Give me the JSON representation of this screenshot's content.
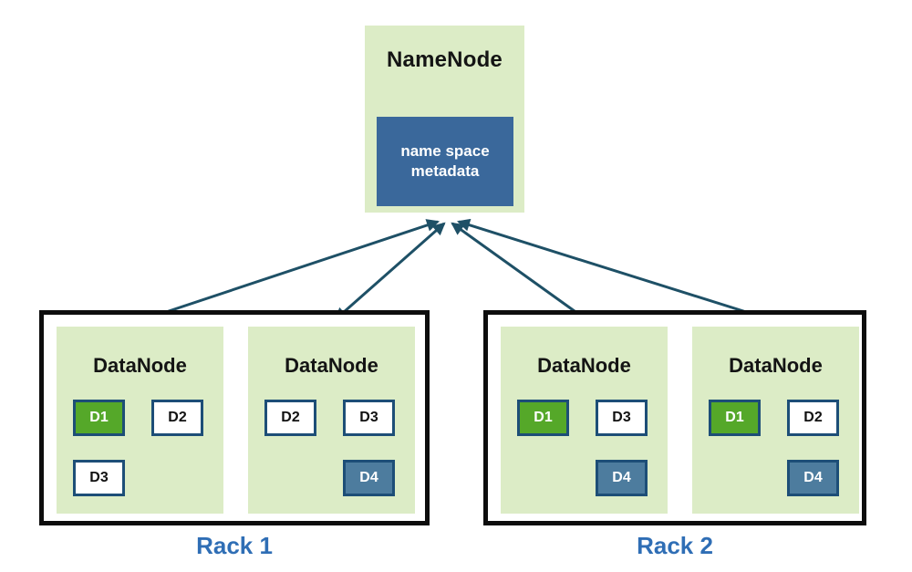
{
  "diagram": {
    "namenode": {
      "title": "NameNode",
      "metadata_label": "name space metadata"
    },
    "racks": [
      {
        "label": "Rack 1",
        "datanodes": [
          {
            "title": "DataNode",
            "blocks": [
              {
                "id": "D1",
                "variant": "green"
              },
              {
                "id": "D2",
                "variant": "white"
              },
              {
                "id": "D3",
                "variant": "white"
              }
            ]
          },
          {
            "title": "DataNode",
            "blocks": [
              {
                "id": "D2",
                "variant": "white"
              },
              {
                "id": "D3",
                "variant": "white"
              },
              {
                "id": "D4",
                "variant": "blue"
              }
            ]
          }
        ]
      },
      {
        "label": "Rack 2",
        "datanodes": [
          {
            "title": "DataNode",
            "blocks": [
              {
                "id": "D1",
                "variant": "green"
              },
              {
                "id": "D3",
                "variant": "white"
              },
              {
                "id": "D4",
                "variant": "blue"
              }
            ]
          },
          {
            "title": "DataNode",
            "blocks": [
              {
                "id": "D1",
                "variant": "green"
              },
              {
                "id": "D2",
                "variant": "white"
              },
              {
                "id": "D4",
                "variant": "blue"
              }
            ]
          }
        ]
      }
    ],
    "connections": [
      {
        "from": "NameNode",
        "to": "Rack 1 DataNode 1",
        "bidirectional": true
      },
      {
        "from": "NameNode",
        "to": "Rack 1 DataNode 2",
        "bidirectional": true
      },
      {
        "from": "NameNode",
        "to": "Rack 2 DataNode 1",
        "bidirectional": true
      },
      {
        "from": "NameNode",
        "to": "Rack 2 DataNode 2",
        "bidirectional": true
      }
    ],
    "colors": {
      "node_background": "#dcecc6",
      "metadata_box": "#3a689b",
      "block_border": "#1d4e77",
      "block_green": "#55a829",
      "block_blue": "#4d7c9e",
      "block_white": "#ffffff",
      "arrow": "#1e5066",
      "rack_border": "#0d0d0d",
      "rack_label": "#2f6eb5"
    }
  }
}
